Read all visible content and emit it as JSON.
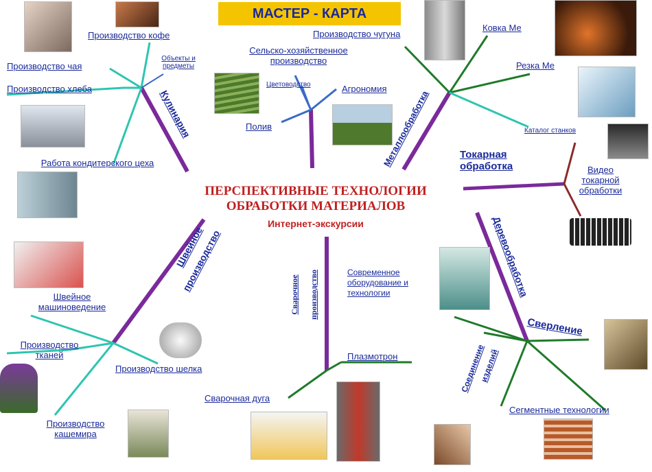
{
  "title": "МАСТЕР - КАРТА",
  "center_title_1": "ПЕРСПЕКТИВНЫЕ ТЕХНОЛОГИИ",
  "center_title_2": "ОБРАБОТКИ МАТЕРИАЛОВ",
  "center_subtitle": "Интернет-экскурсии",
  "branches": {
    "culinary": "Кулинария",
    "agriculture_vert": "",
    "metalwork": "Металлообработка",
    "turning": "Токарная обработка",
    "woodwork": "Деревообработка",
    "welding_1": "Сварочное",
    "welding_2": "производство",
    "sewing_1": "Швейное",
    "sewing_2": "производство",
    "joining_1": "Соединение",
    "joining_2": "изделий"
  },
  "labels": {
    "coffee": "Производство кофе",
    "objects": "Объекты и предметы",
    "tea": "Производство чая",
    "bread": "Производство хлеба",
    "confectionery": "Работа кондитерского цеха",
    "agri": "Сельско-хозяйственное производство",
    "flowers": "Цветоводство",
    "agronomy": "Агрономия",
    "watering": "Полив",
    "cast_iron": "Производство чугуна",
    "forging": "Ковка Ме",
    "cutting": "Резка Ме",
    "catalog": "Каталог станков",
    "turning_video": "Видео токарной обработки",
    "modern_equipment": "Современное оборудование и технологии",
    "drilling": "Сверление",
    "segment_tech": "Сегментные технологии",
    "plasmatron": "Плазмотрон",
    "welding_arc": "Сварочная дуга",
    "sewing_machines": "Швейное машиноведение",
    "fabric": "Производство тканей",
    "silk": "Производство шелка",
    "cashmere": "Производство кашемира"
  },
  "colors": {
    "trunk": "#7a2a9a",
    "teal": "#2ec4b0",
    "green": "#1f7a2a",
    "blue": "#3a6ac8",
    "brown": "#8b2a2a",
    "title_bg": "#f5c400",
    "center_text": "#c02020",
    "label_text": "#1a2a9a"
  }
}
